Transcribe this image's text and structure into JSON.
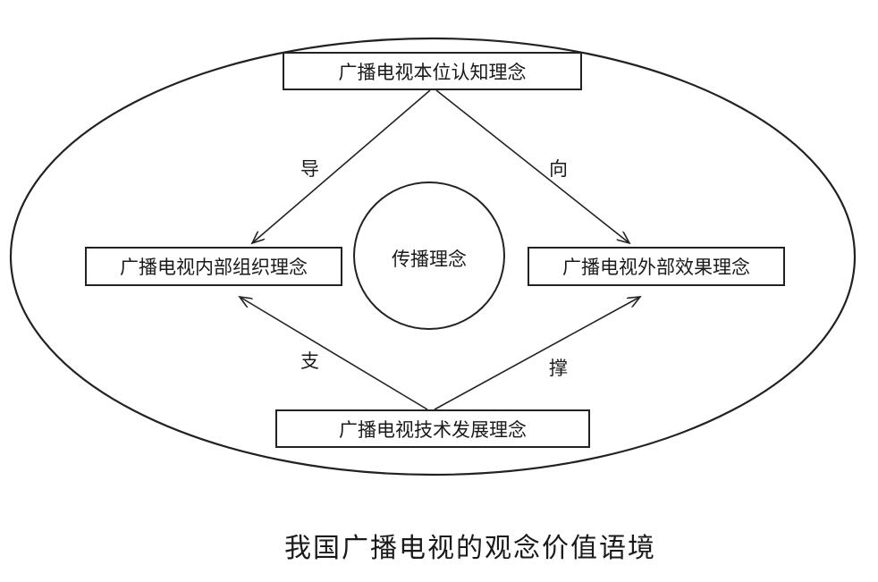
{
  "nodes": {
    "top": "广播电视本位认知理念",
    "left": "广播电视内部组织理念",
    "right": "广播电视外部效果理念",
    "bottom": "广播电视技术发展理念",
    "center": "传播理念"
  },
  "arrow_labels": {
    "guide_left": "导",
    "guide_right": "向",
    "support_left": "支",
    "support_right": "撑"
  },
  "caption": "我国广播电视的观念价值语境"
}
